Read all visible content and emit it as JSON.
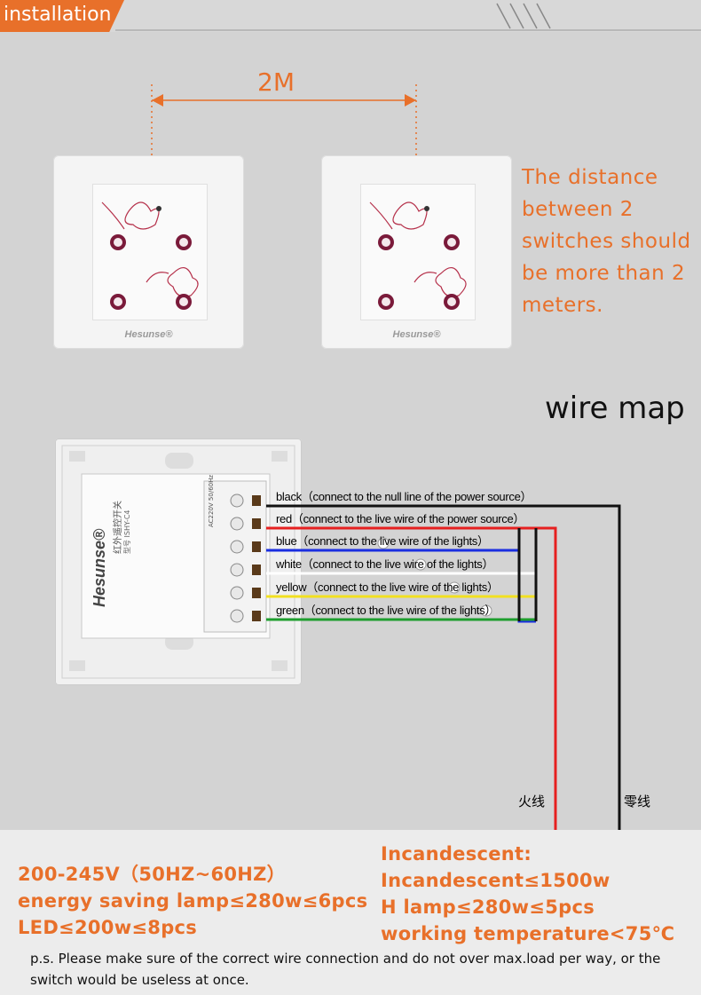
{
  "header": {
    "title": "installation"
  },
  "distance": {
    "label": "2M"
  },
  "note": {
    "text": "The distance between 2 switches should be more than 2 meters."
  },
  "switches": {
    "brand": "Hesunse®"
  },
  "wire_map": {
    "title": "wire map",
    "wires": [
      {
        "label": "black（connect to the null line of the power source）",
        "color": "#111111"
      },
      {
        "label": "red（connect to the live wire of the power source）",
        "color": "#e62020"
      },
      {
        "label": "blue（connect to the live wire of the lights）",
        "color": "#1a2ee0"
      },
      {
        "label": "white（connect to the live wire of the lights）",
        "color": "#ffffff"
      },
      {
        "label": "yellow（connect to the live wire of the lights）",
        "color": "#f2e020"
      },
      {
        "label": "green（connect to the live wire of the lights）",
        "color": "#1e9e2e"
      }
    ],
    "live_label": "火线",
    "neutral_label": "零线",
    "plate": {
      "brand": "Hesunse®",
      "product": "红外遥控开关",
      "model": "型号 ISHY-C4",
      "spec": "AC220V 50/60Hz"
    }
  },
  "specs_left": [
    "200-245V（50HZ~60HZ）",
    "energy saving lamp≤280w≤6pcs",
    "LED≤200w≤8pcs"
  ],
  "specs_right": [
    "Incandescent:",
    "Incandescent≤1500w",
    "H lamp≤280w≤5pcs",
    "working temperature<75℃"
  ],
  "footnote": "p.s. Please make sure of the correct wire connection and do not over max.load per way, or the switch would be useless at once.",
  "colors": {
    "accent": "#e8702a"
  }
}
